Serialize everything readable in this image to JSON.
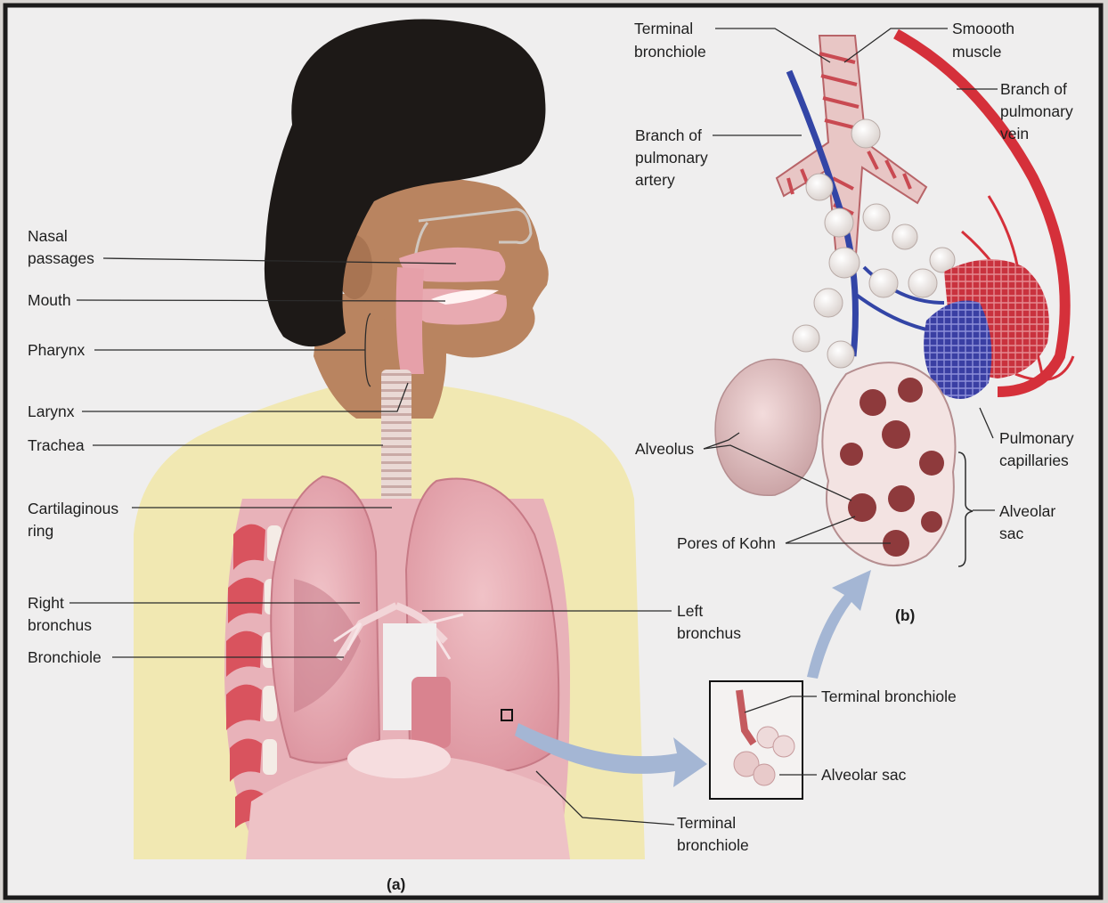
{
  "figure": {
    "panel_a_caption": "(a)",
    "panel_b_caption": "(b)",
    "colors": {
      "frame": "#1b1b1b",
      "background": "#efeeee",
      "shirt": "#f1e8b2",
      "skin": "#b7805a",
      "hair": "#1d1917",
      "lung": "#e4a7af",
      "airway": "#eaa6b0",
      "artery": "#3345a6",
      "vein": "#d5303a",
      "arrow": "#a4b6d4"
    }
  },
  "labels_a": {
    "nasal": [
      "Nasal",
      "passages"
    ],
    "mouth": "Mouth",
    "pharynx": "Pharynx",
    "larynx": "Larynx",
    "trachea": "Trachea",
    "cartilaginous": [
      "Cartilaginous",
      "ring"
    ],
    "right_bronchus": [
      "Right",
      "bronchus"
    ],
    "bronchiole": "Bronchiole",
    "left_bronchus": [
      "Left",
      "bronchus"
    ],
    "terminal_bronchiole": [
      "Terminal",
      "bronchiole"
    ]
  },
  "labels_inset": {
    "terminal_bronchiole": "Terminal bronchiole",
    "alveolar_sac": "Alveolar sac"
  },
  "labels_b": {
    "terminal_bronchiole": [
      "Terminal",
      "bronchiole"
    ],
    "smooth_muscle": [
      "Smoooth",
      "muscle"
    ],
    "pulmonary_vein": [
      "Branch of",
      "pulmonary",
      "vein"
    ],
    "pulmonary_artery": [
      "Branch of",
      "pulmonary",
      "artery"
    ],
    "alveolus": "Alveolus",
    "pulmonary_capillaries": [
      "Pulmonary",
      "capillaries"
    ],
    "alveolar_sac": [
      "Alveolar",
      "sac"
    ],
    "pores_of_kohn": "Pores of Kohn"
  }
}
